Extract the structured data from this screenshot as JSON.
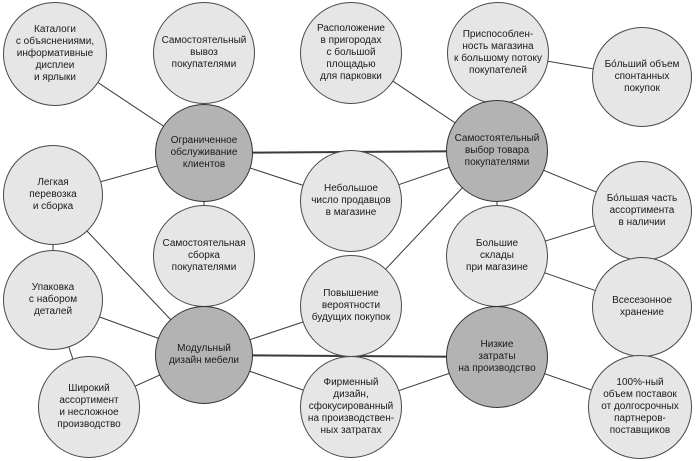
{
  "nodes": {
    "catalogs": "Каталоги\nс объяснениями,\nинформативные\nдисплеи\nи ярлыки",
    "self_pickup": "Самостоятельный\nвывоз\nпокупателями",
    "suburbs": "Расположение\nв пригородах\nс большой площадью\nдля парковки",
    "high_traffic": "Приспособлен-\nность магазина\nк большому потоку\nпокупателей",
    "more_impulse": "Бо́льший объем\nспонтанных\nпокупок",
    "limited_service": "Ограниченное\nобслуживание\nклиентов",
    "self_selection": "Самостоятельный\nвыбор товара\nпокупателями",
    "easy_transport": "Легкая\nперевозка\nи сборка",
    "few_sales_staff": "Небольшое\nчисло продавцов\nв магазине",
    "more_stock": "Бо́льшая часть\nассортимента\nв наличии",
    "self_assembly": "Самостоятельная\nсборка\nпокупателями",
    "large_warehouses": "Большие\nсклады\nпри магазине",
    "packaging_kit": "Упаковка\nс набором\nдеталей",
    "future_purchase": "Повышение\nвероятности\nбудущих покупок",
    "year_round": "Всесезонное\nхранение",
    "modular_design": "Модульный\nдизайн мебели",
    "low_cost": "Низкие\nзатраты\nна производство",
    "wide_assortment": "Широкий\nассортимент\nи несложное\nпроизводство",
    "branded_design": "Фирменный\nдизайн,\nсфокусированный\nна производствен-\nных затратах",
    "long_term_suppliers": "100%-ный\nобъем поставок\nот долгосрочных\nпартнеров-\nпоставщиков"
  },
  "links": [
    [
      "catalogs",
      "limited_service"
    ],
    [
      "self_pickup",
      "limited_service"
    ],
    [
      "limited_service",
      "self_selection"
    ],
    [
      "limited_service",
      "easy_transport"
    ],
    [
      "limited_service",
      "few_sales_staff"
    ],
    [
      "limited_service",
      "self_assembly"
    ],
    [
      "suburbs",
      "self_selection"
    ],
    [
      "high_traffic",
      "self_selection"
    ],
    [
      "high_traffic",
      "more_impulse"
    ],
    [
      "few_sales_staff",
      "self_selection"
    ],
    [
      "self_selection",
      "more_stock"
    ],
    [
      "self_selection",
      "low_cost"
    ],
    [
      "self_selection",
      "future_purchase"
    ],
    [
      "large_warehouses",
      "more_stock"
    ],
    [
      "large_warehouses",
      "year_round"
    ],
    [
      "self_assembly",
      "modular_design"
    ],
    [
      "easy_transport",
      "modular_design"
    ],
    [
      "packaging_kit",
      "modular_design"
    ],
    [
      "packaging_kit",
      "easy_transport"
    ],
    [
      "packaging_kit",
      "wide_assortment"
    ],
    [
      "modular_design",
      "future_purchase"
    ],
    [
      "modular_design",
      "low_cost"
    ],
    [
      "modular_design",
      "wide_assortment"
    ],
    [
      "modular_design",
      "branded_design"
    ],
    [
      "branded_design",
      "low_cost"
    ],
    [
      "low_cost",
      "long_term_suppliers"
    ]
  ]
}
